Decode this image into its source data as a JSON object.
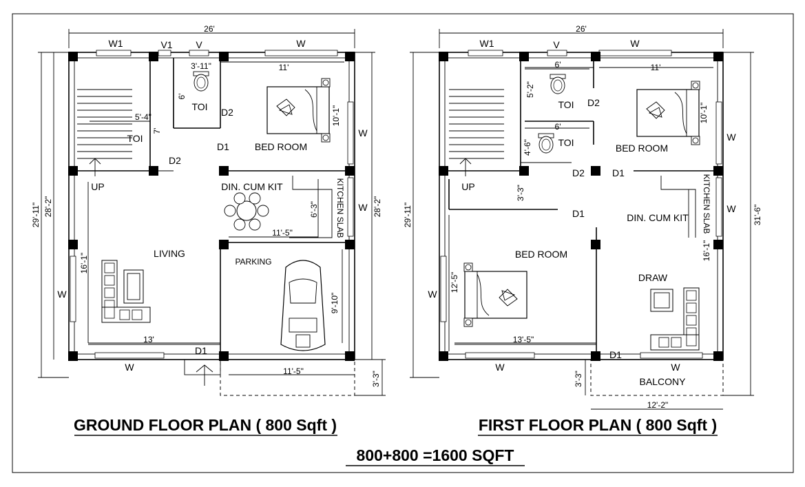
{
  "ground": {
    "title": "GROUND FLOOR PLAN ( 800 Sqft )",
    "labels": {
      "w1": "W1",
      "v1": "V1",
      "v": "V",
      "w_top": "W",
      "toi": "TOI",
      "toi2": "TOI",
      "d2a": "D2",
      "d2b": "D2",
      "d1a": "D1",
      "d1b": "D1",
      "bed": "BED ROOM",
      "din": "DIN. CUM KIT",
      "kitchen_slab": "KITCHEN SLAB",
      "up": "UP",
      "living": "LIVING",
      "parking": "PARKING",
      "w_left": "W",
      "w_right1": "W",
      "w_right2": "W",
      "w_bottom": "W"
    },
    "dims": {
      "total_w": "26'",
      "d_3_11": "3'-11\"",
      "d_11": "11'",
      "d_6": "6'",
      "d_5_4": "5'-4\"",
      "d_7": "7'",
      "d_10_1": "10'-1\"",
      "d_6_3": "6'-3\"",
      "d_11_5a": "11'-5\"",
      "d_16_1": "16'-1\"",
      "d_13": "13'",
      "d_9_10": "9'-10\"",
      "d_11_5b": "11'-5\"",
      "d_29_11": "29'-11\"",
      "d_28_2a": "28'-2\"",
      "d_28_2b": "28'-2\"",
      "d_3_3": "3'-3\""
    }
  },
  "first": {
    "title": "FIRST FLOOR PLAN ( 800 Sqft )",
    "labels": {
      "w1": "W1",
      "v": "V",
      "w_top": "W",
      "toi1": "TOI",
      "toi2": "TOI",
      "d2a": "D2",
      "d2b": "D2",
      "d1a": "D1",
      "d1b": "D1",
      "d1c": "D1",
      "bed1": "BED ROOM",
      "bed2": "BED ROOM",
      "din": "DIN. CUM KIT",
      "kitchen_slab": "KITCHEN SLAB",
      "up": "UP",
      "draw": "DRAW",
      "balcony": "BALCONY",
      "w_left": "W",
      "w_right1": "W",
      "w_right2": "W",
      "w_bottom1": "W",
      "w_bottom2": "W"
    },
    "dims": {
      "total_w": "26'",
      "d_6a": "6'",
      "d_11": "11'",
      "d_5_2": "5'-2\"",
      "d_6b": "6'",
      "d_4_6": "4'-6\"",
      "d_10_1": "10'-1\"",
      "d_3_3a": "3'-3\"",
      "d_12_5": "12'-5\"",
      "d_16_1": "16'-1\"",
      "d_13_5": "13'-5\"",
      "d_29_11": "29'-11\"",
      "d_31_6": "31'-6\"",
      "d_3_3b": "3'-3\"",
      "d_12_2": "12'-2\""
    }
  },
  "total": "800+800 =1600 SQFT"
}
